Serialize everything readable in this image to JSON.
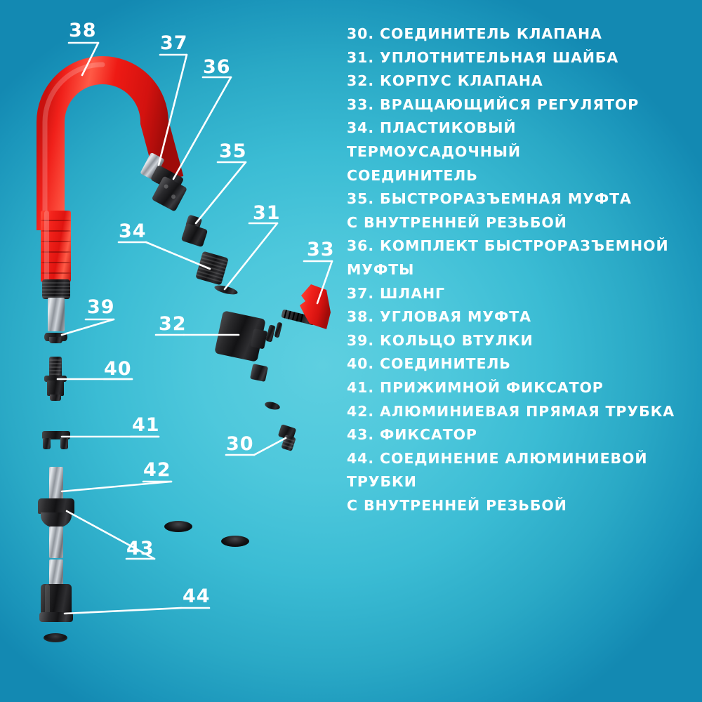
{
  "background": {
    "center_color": "#4ec8dc",
    "edge_color": "#1389b2"
  },
  "colors": {
    "text": "#ffffff",
    "red_part": "#f01d1d",
    "black_part": "#141416",
    "metal_part": "#b9bec4"
  },
  "parts_list": {
    "lines": [
      "30. СОЕДИНИТЕЛЬ КЛАПАНА",
      "31. УПЛОТНИТЕЛЬНАЯ ШАЙБА",
      "32. КОРПУС КЛАПАНА",
      "33. ВРАЩАЮЩИЙСЯ РЕГУЛЯТОР",
      "34. ПЛАСТИКОВЫЙ ТЕРМОУСАДОЧНЫЙ",
      "СОЕДИНИТЕЛЬ",
      "35. БЫСТРОРАЗЪЕМНАЯ МУФТА",
      "С ВНУТРЕННЕЙ РЕЗЬБОЙ",
      "36. КОМПЛЕКТ БЫСТРОРАЗЪЕМНОЙ",
      "МУФТЫ",
      "37. ШЛАНГ",
      "38. УГЛОВАЯ МУФТА",
      "39. КОЛЬЦО ВТУЛКИ",
      "40. СОЕДИНИТЕЛЬ",
      "41. ПРИЖИМНОЙ ФИКСАТОР",
      "42. АЛЮМИНИЕВАЯ ПРЯМАЯ ТРУБКА",
      "43. ФИКСАТОР",
      "44. СОЕДИНЕНИЕ АЛЮМИНИЕВОЙ ТРУБКИ",
      "С ВНУТРЕННЕЙ РЕЗЬБОЙ"
    ],
    "items": [
      {
        "number": "30",
        "name": "СОЕДИНИТЕЛЬ КЛАПАНА"
      },
      {
        "number": "31",
        "name": "УПЛОТНИТЕЛЬНАЯ ШАЙБА"
      },
      {
        "number": "32",
        "name": "КОРПУС КЛАПАНА"
      },
      {
        "number": "33",
        "name": "ВРАЩАЮЩИЙСЯ РЕГУЛЯТОР"
      },
      {
        "number": "34",
        "name": "ПЛАСТИКОВЫЙ ТЕРМОУСАДОЧНЫЙ СОЕДИНИТЕЛЬ"
      },
      {
        "number": "35",
        "name": "БЫСТРОРАЗЪЕМНАЯ МУФТА С ВНУТРЕННЕЙ РЕЗЬБОЙ"
      },
      {
        "number": "36",
        "name": "КОМПЛЕКТ БЫСТРОРАЗЪЕМНОЙ МУФТЫ"
      },
      {
        "number": "37",
        "name": "ШЛАНГ"
      },
      {
        "number": "38",
        "name": "УГЛОВАЯ МУФТА"
      },
      {
        "number": "39",
        "name": "КОЛЬЦО ВТУЛКИ"
      },
      {
        "number": "40",
        "name": "СОЕДИНИТЕЛЬ"
      },
      {
        "number": "41",
        "name": "ПРИЖИМНОЙ ФИКСАТОР"
      },
      {
        "number": "42",
        "name": "АЛЮМИНИЕВАЯ ПРЯМАЯ ТРУБКА"
      },
      {
        "number": "43",
        "name": "ФИКСАТОР"
      },
      {
        "number": "44",
        "name": "СОЕДИНЕНИЕ АЛЮМИНИЕВОЙ ТРУБКИ С ВНУТРЕННЕЙ РЕЗЬБОЙ"
      }
    ]
  },
  "callouts": {
    "c38": "38",
    "c37": "37",
    "c36": "36",
    "c35": "35",
    "c34": "34",
    "c31": "31",
    "c33": "33",
    "c32": "32",
    "c30": "30",
    "c39": "39",
    "c40": "40",
    "c41": "41",
    "c42": "42",
    "c43": "43",
    "c44": "44"
  }
}
